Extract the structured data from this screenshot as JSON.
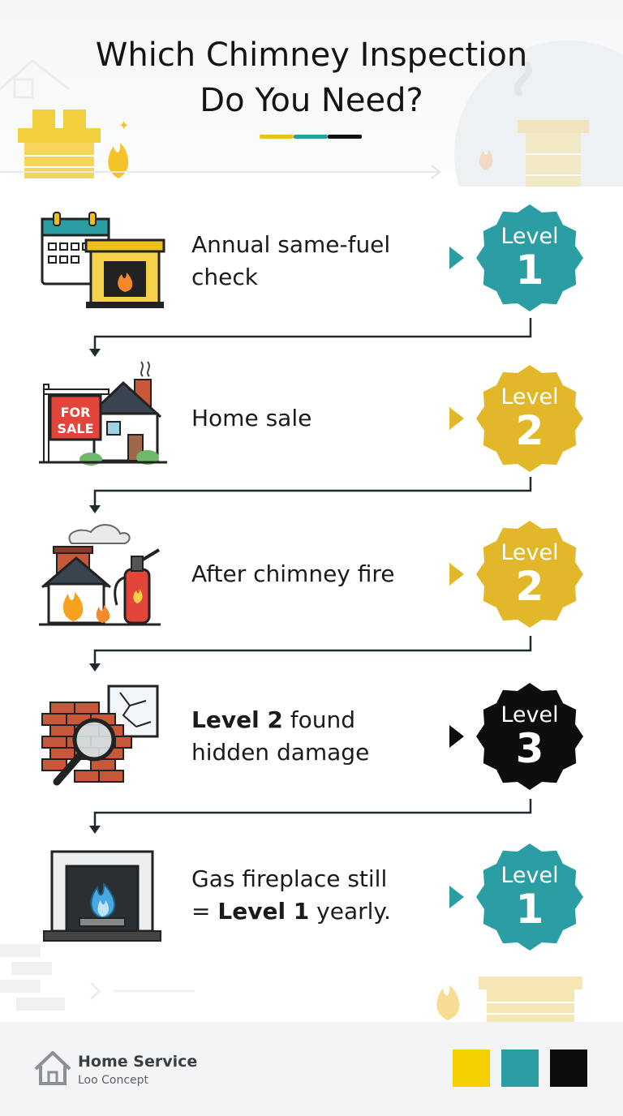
{
  "title": {
    "line1": "Which Chimney Inspection",
    "line2": "Do You Need?"
  },
  "colors": {
    "teal": "#2a9ea3",
    "yellow": "#e2b82a",
    "black": "#0d0d0d",
    "text": "#1b1b1b"
  },
  "rows": [
    {
      "label_plain": "Annual same-fuel check",
      "badge_level": "Level",
      "badge_number": "1",
      "badge_color": "teal",
      "icon": "calendar-fireplace-icon"
    },
    {
      "label_plain": "Home sale",
      "badge_level": "Level",
      "badge_number": "2",
      "badge_color": "yellow",
      "icon": "for-sale-house-icon",
      "sign_line1": "FOR",
      "sign_line2": "SALE"
    },
    {
      "label_plain": "After chimney fire",
      "badge_level": "Level",
      "badge_number": "2",
      "badge_color": "yellow",
      "icon": "house-fire-extinguisher-icon"
    },
    {
      "label_bold": "Level 2",
      "label_rest": " found",
      "label_line2": "hidden damage",
      "badge_level": "Level",
      "badge_number": "3",
      "badge_color": "black",
      "icon": "brick-magnifier-icon"
    },
    {
      "label_line1": "Gas fireplace still",
      "label_prefix": "= ",
      "label_bold": "Level 1",
      "label_rest": " yearly.",
      "badge_level": "Level",
      "badge_number": "1",
      "badge_color": "teal",
      "icon": "gas-fireplace-icon"
    }
  ],
  "footer": {
    "brand_name": "Home Service",
    "brand_sub": "Loo Concept",
    "swatches": [
      "#f5d000",
      "#2a9ea3",
      "#0d0d0d"
    ]
  }
}
